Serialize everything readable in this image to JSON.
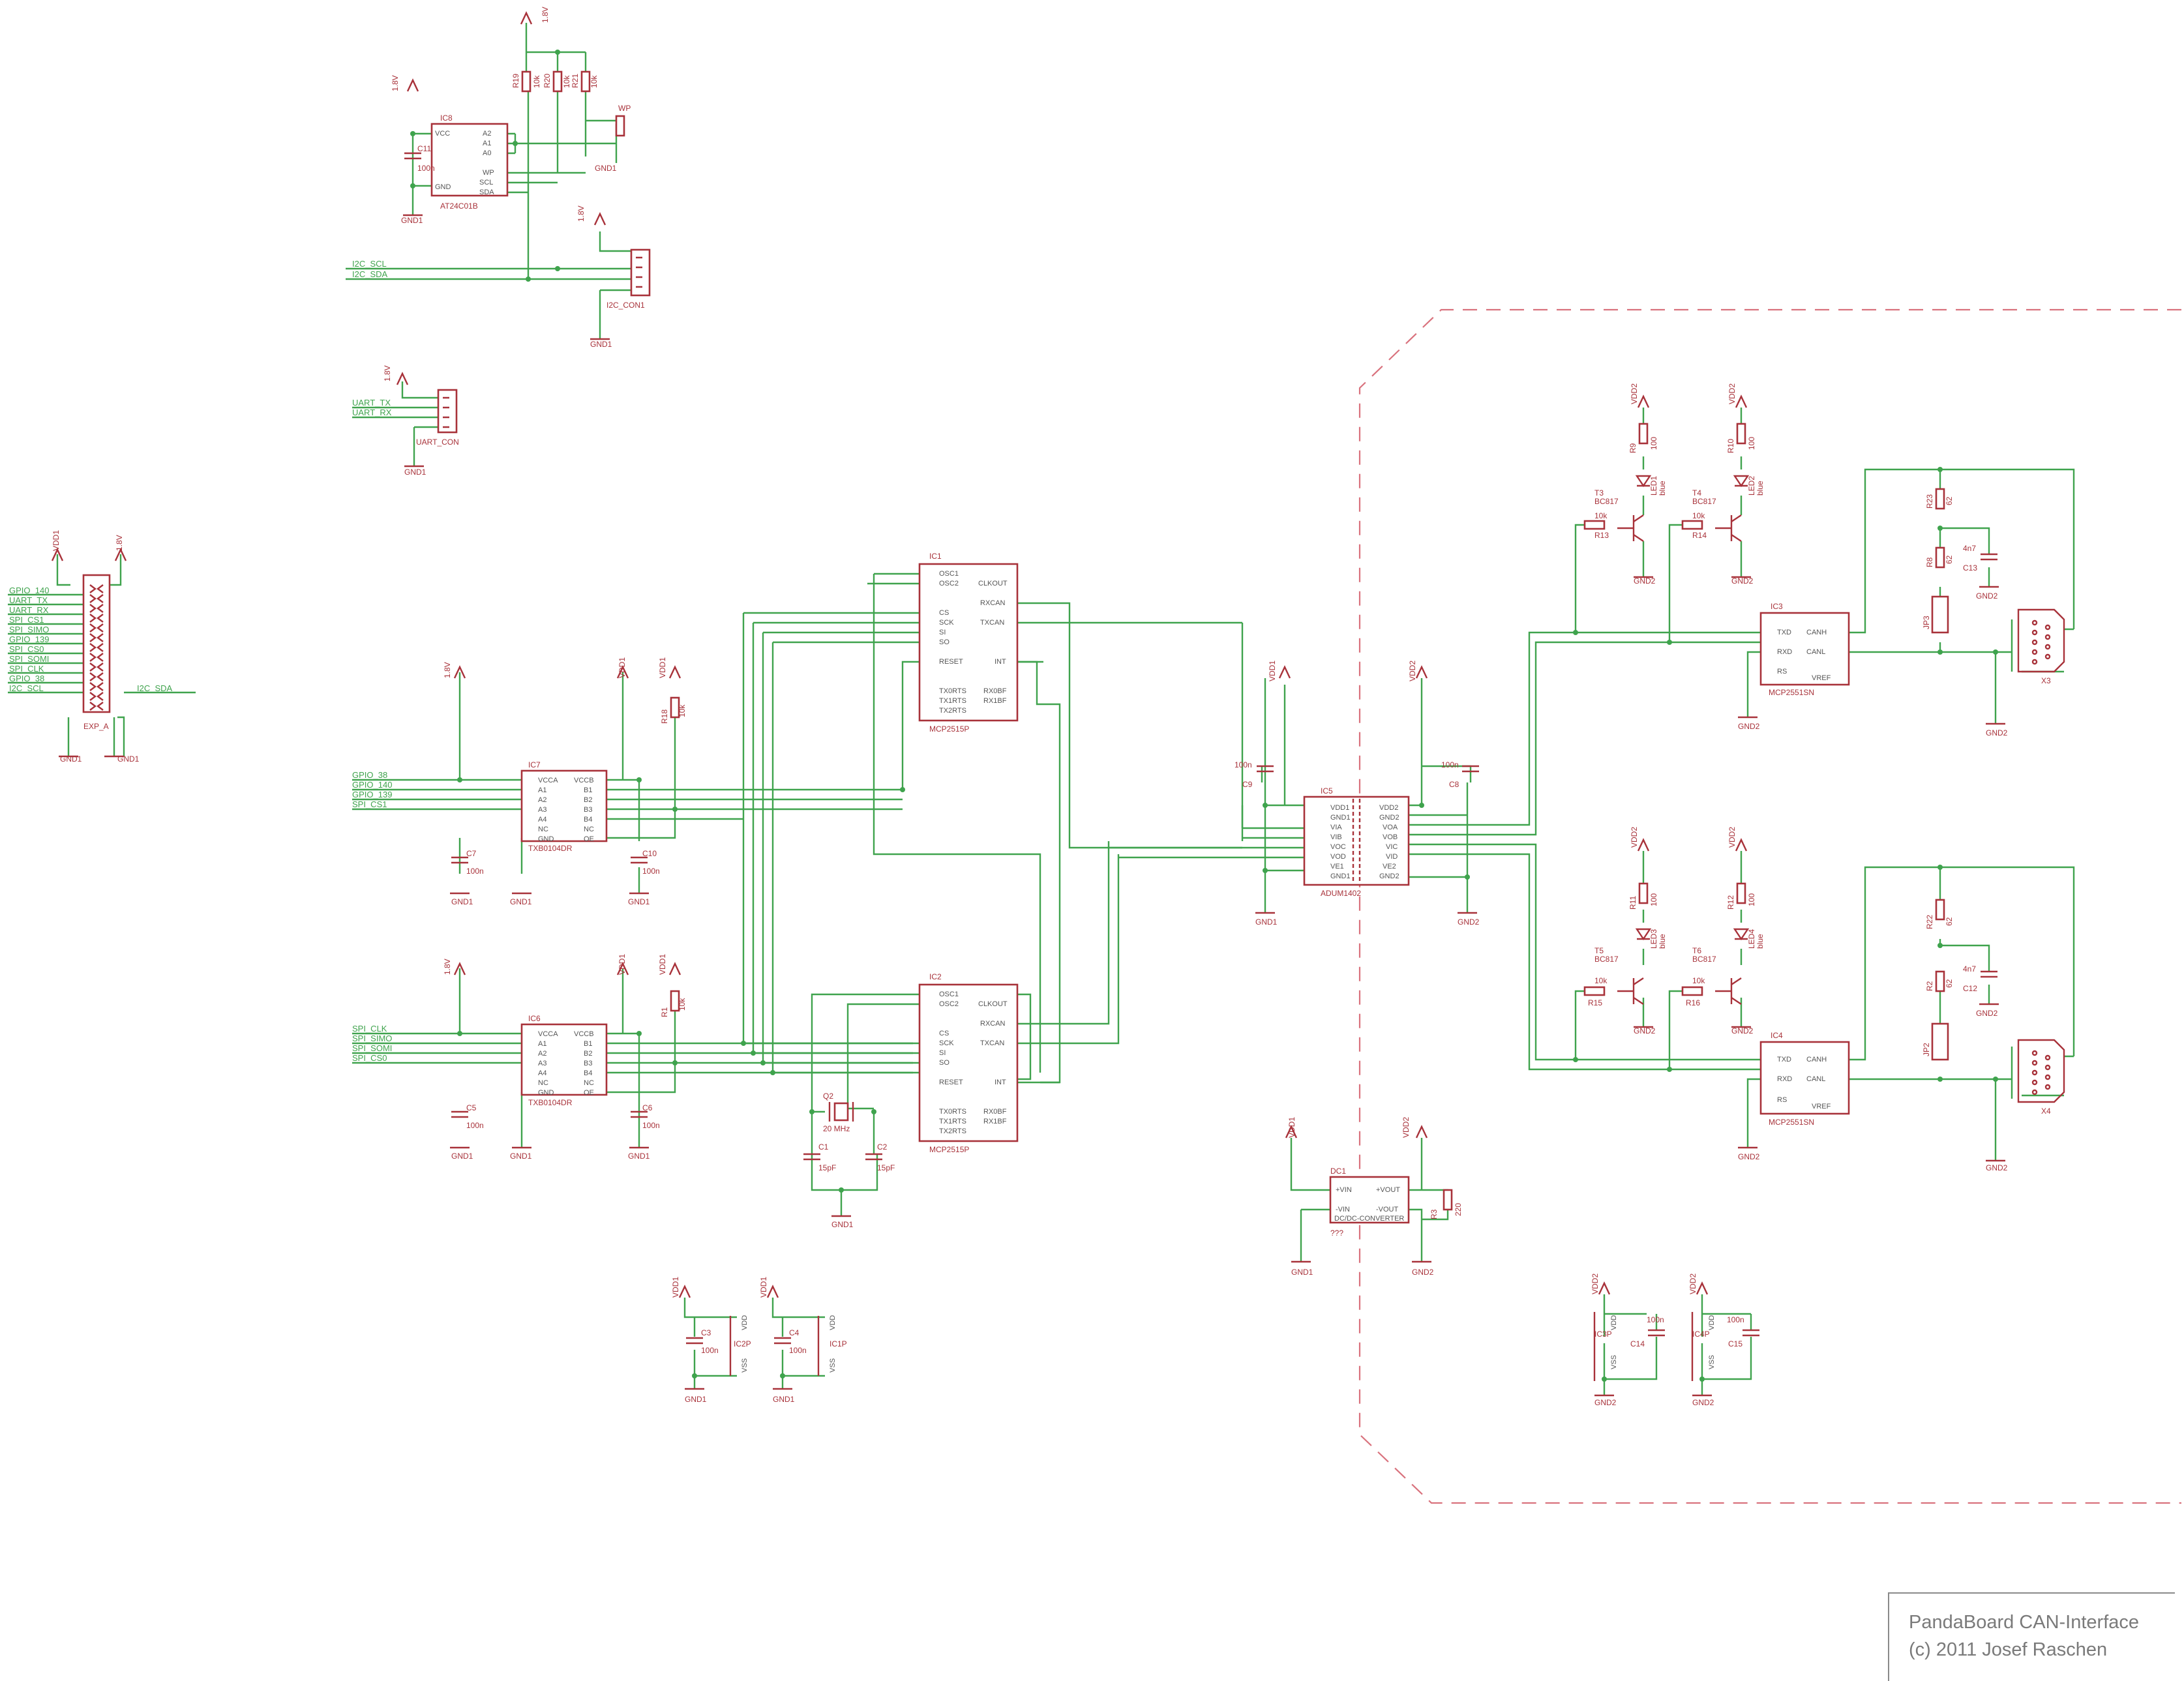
{
  "title_block": {
    "line1": "PandaBoard CAN-Interface",
    "line2": "(c) 2011 Josef Raschen"
  },
  "colors": {
    "wire": "#3fa34d",
    "component": "#a8323a",
    "isolation_boundary": "#d9727d"
  },
  "components": {
    "IC1": {
      "name": "IC1",
      "part": "MCP2515P",
      "left_pins": [
        "OSC1",
        "OSC2",
        "CS",
        "SCK",
        "SI",
        "SO",
        "RESET",
        "TX0RTS",
        "TX1RTS",
        "TX2RTS"
      ],
      "right_pins": [
        "CLKOUT",
        "RXCAN",
        "TXCAN",
        "INT",
        "RX0BF",
        "RX1BF"
      ]
    },
    "IC2": {
      "name": "IC2",
      "part": "MCP2515P",
      "left_pins": [
        "OSC1",
        "OSC2",
        "CS",
        "SCK",
        "SI",
        "SO",
        "RESET",
        "TX0RTS",
        "TX1RTS",
        "TX2RTS"
      ],
      "right_pins": [
        "CLKOUT",
        "RXCAN",
        "TXCAN",
        "INT",
        "RX0BF",
        "RX1BF"
      ]
    },
    "IC3": {
      "name": "IC3",
      "part": "MCP2551SN",
      "left_pins": [
        "TXD",
        "RXD",
        "RS"
      ],
      "right_pins": [
        "CANH",
        "CANL",
        "VREF"
      ]
    },
    "IC4": {
      "name": "IC4",
      "part": "MCP2551SN",
      "left_pins": [
        "TXD",
        "RXD",
        "RS"
      ],
      "right_pins": [
        "CANH",
        "CANL",
        "VREF"
      ]
    },
    "IC5": {
      "name": "IC5",
      "part": "ADUM1402",
      "left_pins": [
        "VDD1",
        "GND1",
        "VIA",
        "VIB",
        "VOC",
        "VOD",
        "VE1",
        "GND1"
      ],
      "right_pins": [
        "VDD2",
        "GND2",
        "VOA",
        "VOB",
        "VIC",
        "VID",
        "VE2",
        "GND2"
      ]
    },
    "IC6": {
      "name": "IC6",
      "part": "TXB0104DR",
      "left_pins": [
        "VCCA",
        "A1",
        "A2",
        "A3",
        "A4",
        "NC",
        "GND"
      ],
      "right_pins": [
        "VCCB",
        "B1",
        "B2",
        "B3",
        "B4",
        "NC",
        "OE"
      ]
    },
    "IC7": {
      "name": "IC7",
      "part": "TXB0104DR",
      "left_pins": [
        "VCCA",
        "A1",
        "A2",
        "A3",
        "A4",
        "NC",
        "GND"
      ],
      "right_pins": [
        "VCCB",
        "B1",
        "B2",
        "B3",
        "B4",
        "NC",
        "OE"
      ]
    },
    "IC8": {
      "name": "IC8",
      "part": "AT24C01B",
      "left_pins": [
        "VCC",
        "GND"
      ],
      "right_pins": [
        "A2",
        "A1",
        "A0",
        "WP",
        "SCL",
        "SDA"
      ]
    },
    "DC1": {
      "name": "DC1",
      "part": "DC/DC-CONVERTER",
      "left_pins": [
        "+VIN",
        "-VIN"
      ],
      "right_pins": [
        "+VOUT",
        "-VOUT"
      ],
      "value": "???"
    },
    "EXP_A": {
      "name": "EXP_A"
    },
    "I2C_CON1": {
      "name": "I2C_CON1"
    },
    "UART_CON": {
      "name": "UART_CON"
    },
    "Q2": {
      "name": "Q2",
      "value": "20 MHz"
    },
    "X3": {
      "name": "X3"
    },
    "X4": {
      "name": "X4"
    },
    "IC1P": {
      "name": "IC1P",
      "pins": [
        "VDD",
        "VSS"
      ]
    },
    "IC2P": {
      "name": "IC2P",
      "pins": [
        "VDD",
        "VSS"
      ]
    },
    "IC3P": {
      "name": "IC3P",
      "pins": [
        "VDD",
        "VSS"
      ]
    },
    "IC4P": {
      "name": "IC4P",
      "pins": [
        "VDD",
        "VSS"
      ]
    }
  },
  "passives": {
    "C1": {
      "name": "C1",
      "value": "15pF"
    },
    "C2": {
      "name": "C2",
      "value": "15pF"
    },
    "C3": {
      "name": "C3",
      "value": "100n"
    },
    "C4": {
      "name": "C4",
      "value": "100n"
    },
    "C5": {
      "name": "C5",
      "value": "100n"
    },
    "C6": {
      "name": "C6",
      "value": "100n"
    },
    "C7": {
      "name": "C7",
      "value": "100n"
    },
    "C8": {
      "name": "C8",
      "value": "100n"
    },
    "C9": {
      "name": "C9",
      "value": "100n"
    },
    "C10": {
      "name": "C10",
      "value": "100n"
    },
    "C11": {
      "name": "C11",
      "value": "100n"
    },
    "C12": {
      "name": "C12",
      "value": "4n7"
    },
    "C13": {
      "name": "C13",
      "value": "4n7"
    },
    "C14": {
      "name": "C14",
      "value": "100n"
    },
    "C15": {
      "name": "C15",
      "value": "100n"
    },
    "R1": {
      "name": "R1",
      "value": "10k"
    },
    "R2": {
      "name": "R2",
      "value": "62"
    },
    "R3": {
      "name": "R3",
      "value": "220"
    },
    "R8": {
      "name": "R8",
      "value": "62"
    },
    "R9": {
      "name": "R9",
      "value": "100"
    },
    "R10": {
      "name": "R10",
      "value": "100"
    },
    "R11": {
      "name": "R11",
      "value": "100"
    },
    "R12": {
      "name": "R12",
      "value": "100"
    },
    "R13": {
      "name": "R13",
      "value": "10k"
    },
    "R14": {
      "name": "R14",
      "value": "10k"
    },
    "R15": {
      "name": "R15",
      "value": "10k"
    },
    "R16": {
      "name": "R16",
      "value": "10k"
    },
    "R18": {
      "name": "R18",
      "value": "10k"
    },
    "R19": {
      "name": "R19",
      "value": "10k"
    },
    "R20": {
      "name": "R20",
      "value": "10k"
    },
    "R21": {
      "name": "R21",
      "value": "10k"
    },
    "R22": {
      "name": "R22",
      "value": "62"
    },
    "R23": {
      "name": "R23",
      "value": "62"
    },
    "T3": {
      "name": "T3",
      "value": "BC817"
    },
    "T4": {
      "name": "T4",
      "value": "BC817"
    },
    "T5": {
      "name": "T5",
      "value": "BC817"
    },
    "T6": {
      "name": "T6",
      "value": "BC817"
    },
    "LED_color": "blue",
    "LED1": {
      "name": "LED1"
    },
    "LED2": {
      "name": "LED2"
    },
    "LED3": {
      "name": "LED3"
    },
    "LED4": {
      "name": "LED4"
    },
    "JP2": {
      "name": "JP2"
    },
    "JP3": {
      "name": "JP3"
    },
    "WP": {
      "name": "WP"
    }
  },
  "supply": {
    "v18": "1.8V",
    "vdd1": "VDD1",
    "vdd2": "VDD2",
    "gnd1": "GND1",
    "gnd2": "GND2"
  },
  "nets": {
    "gpio_140": "GPIO_140",
    "uart_tx": "UART_TX",
    "uart_rx": "UART_RX",
    "spi_cs1": "SPI_CS1",
    "spi_simo": "SPI_SIMO",
    "gpio_139": "GPIO_139",
    "spi_cs0": "SPI_CS0",
    "spi_somi": "SPI_SOMI",
    "spi_clk": "SPI_CLK",
    "gpio_38": "GPIO_38",
    "i2c_scl": "I2C_SCL",
    "i2c_sda": "I2C_SDA"
  }
}
